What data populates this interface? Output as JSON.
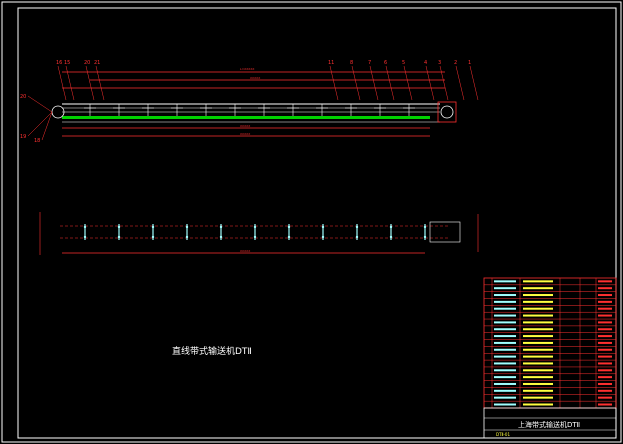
{
  "drawing": {
    "section_title": "直线带式输送机DTⅡ",
    "title_block": {
      "drawing_title": "上海带式输送机DTⅡ",
      "drawing_number": "DTⅡ-01"
    },
    "callouts_top": [
      "16",
      "15",
      "20",
      "21",
      "11",
      "8",
      "7",
      "6",
      "5",
      "4",
      "3",
      "2",
      "1"
    ],
    "callouts_left": [
      "20",
      "19",
      "18"
    ],
    "colors": {
      "background": "#000000",
      "frame": "#ffffff",
      "dimension": "#ff3030",
      "belt": "#00d000",
      "idler": "#a0ffff",
      "label": "#ffff40"
    }
  }
}
